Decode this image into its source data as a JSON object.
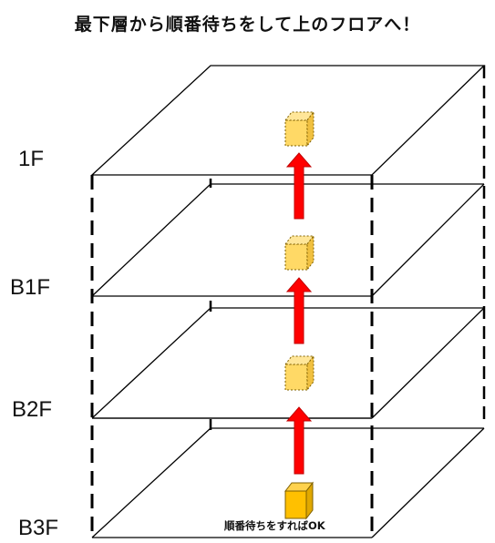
{
  "title": "最下層から順番待ちをして上のフロアへ！",
  "floors": [
    {
      "label": "1F"
    },
    {
      "label": "B1F"
    },
    {
      "label": "B2F"
    },
    {
      "label": "B3F"
    }
  ],
  "caption": "順番待ちをすればOK",
  "colors": {
    "line": "#000000",
    "arrow_fill": "#ff0000",
    "arrow_stroke": "#c00000",
    "box_waiting": "#ffd966",
    "box_active": "#ffc000"
  },
  "icons": [
    "up-arrow-icon",
    "cube-icon"
  ]
}
